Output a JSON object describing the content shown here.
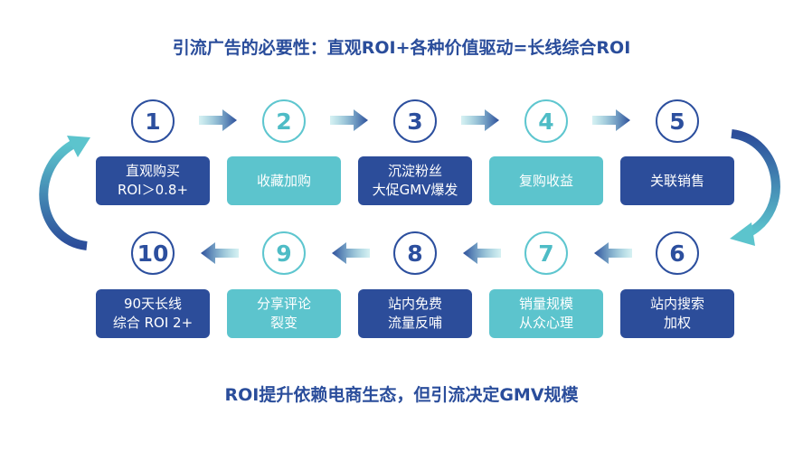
{
  "title": "引流广告的必要性：直观ROI+各种价值驱动=长线综合ROI",
  "footer": "ROI提升依赖电商生态，但引流决定GMV规模",
  "steps": [
    {
      "num": "1",
      "line1": "直观购买",
      "line2": "ROI＞0.8+"
    },
    {
      "num": "2",
      "line1": "收藏加购",
      "line2": ""
    },
    {
      "num": "3",
      "line1": "沉淀粉丝",
      "line2": "大促GMV爆发"
    },
    {
      "num": "4",
      "line1": "复购收益",
      "line2": ""
    },
    {
      "num": "5",
      "line1": "关联销售",
      "line2": ""
    },
    {
      "num": "6",
      "line1": "站内搜索",
      "line2": "加权"
    },
    {
      "num": "7",
      "line1": "销量规模",
      "line2": "从众心理"
    },
    {
      "num": "8",
      "line1": "站内免费",
      "line2": "流量反哺"
    },
    {
      "num": "9",
      "line1": "分享评论",
      "line2": "裂变"
    },
    {
      "num": "10",
      "line1": "90天长线",
      "line2": "综合 ROI 2+"
    }
  ],
  "colors": {
    "dark": "#2c4d9a",
    "light": "#5cc4cd",
    "title": "#2a4d9b"
  }
}
